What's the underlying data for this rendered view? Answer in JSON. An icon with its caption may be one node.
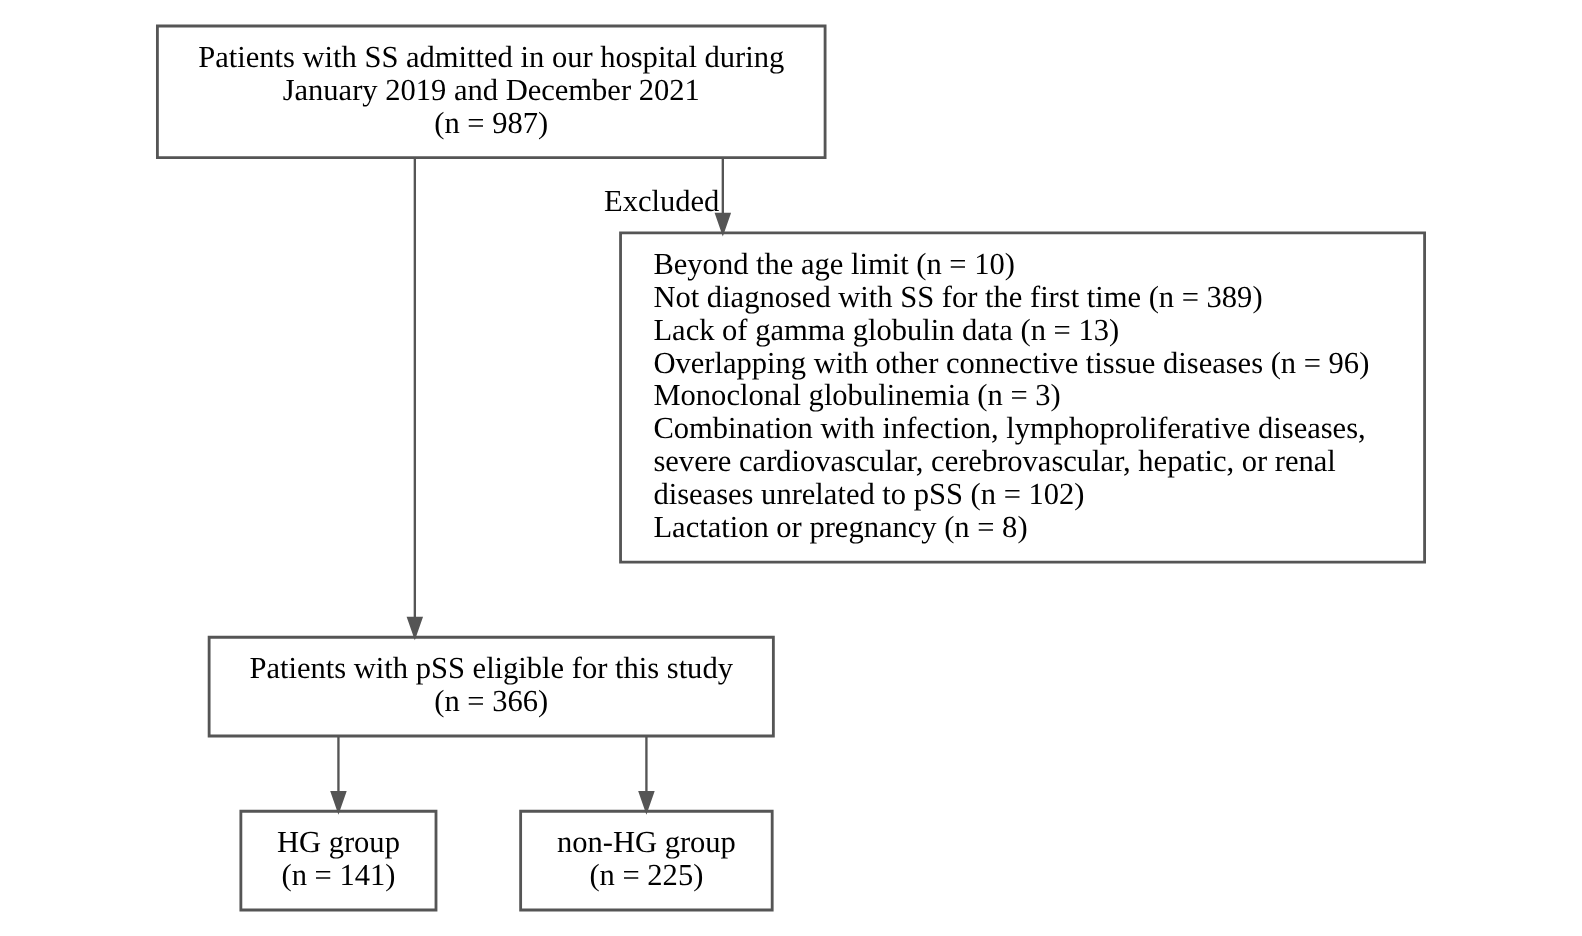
{
  "diagram": {
    "nodes": [
      {
        "text": [
          "Patients with SS admitted in our hospital during January 2019 and December 2021",
          "(n = 987)"
        ]
      },
      {
        "text": [
          "Beyond the age limit (n = 10)",
          "Not diagnosed with SS for the first time (n = 389)",
          "Lack of gamma globulin data (n = 13)",
          "Overlapping with other connective tissue diseases (n = 96)",
          "Monoclonal globulinemia (n = 3)",
          "Combination with infection, lymphoproliferative diseases, severe cardiovascular, cerebrovascular, hepatic, or renal diseases unrelated to pSS (n = 102)",
          "Lactation or pregnancy (n = 8)"
        ]
      },
      {
        "text": [
          "Patients with pSS eligible for this study",
          "(n = 366)"
        ]
      },
      {
        "text": [
          "HG group",
          "(n = 141)"
        ]
      },
      {
        "text": [
          "non-HG group",
          "(n = 225)"
        ]
      }
    ],
    "edges": [
      {
        "from": 0,
        "to": 2,
        "arrow": "to"
      },
      {
        "from": 0,
        "to": 1,
        "arrow": "to",
        "label": "Excluded"
      },
      {
        "from": 2,
        "to": 3,
        "arrow": "to"
      },
      {
        "from": 2,
        "to": 4,
        "arrow": "to"
      }
    ]
  }
}
